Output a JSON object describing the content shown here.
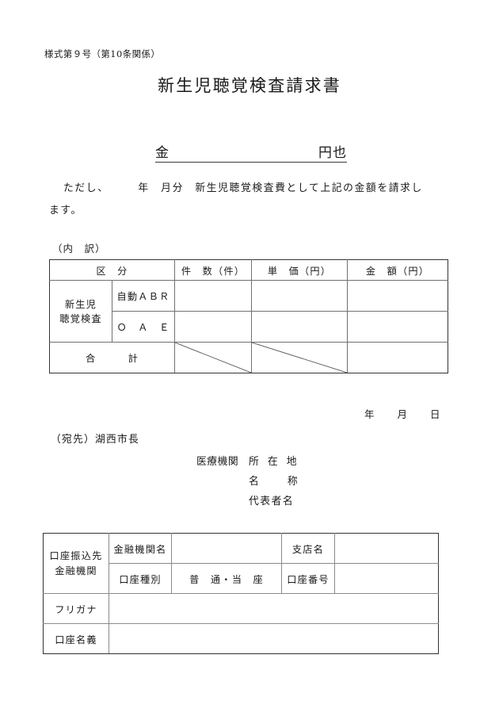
{
  "document": {
    "form_number": "様式第９号（第10条関係）",
    "title": "新生児聴覚検査請求書"
  },
  "amount": {
    "label": "金",
    "value": "",
    "unit": "円也"
  },
  "statement": {
    "line1_prefix": "ただし、",
    "period": "　　　年　月分",
    "line1_rest": "　新生児聴覚検査費として上記の金額を請求し",
    "line2": "ます。"
  },
  "breakdown": {
    "label": "（内　訳）",
    "headers": {
      "category": "区　分",
      "count": "件　数（件）",
      "unit_price": "単　価（円）",
      "amount": "金　額（円）"
    },
    "group_label_line1": "新生児",
    "group_label_line2": "聴覚検査",
    "rows": [
      {
        "sub": "自動ＡＢＲ",
        "count": "",
        "unit_price": "",
        "amount": ""
      },
      {
        "sub": "Ｏ　Ａ　Ｅ",
        "count": "",
        "unit_price": "",
        "amount": ""
      }
    ],
    "total": {
      "label": "合　　　計",
      "count": "",
      "unit_price": "",
      "amount": ""
    }
  },
  "date": {
    "year": "年",
    "month": "月",
    "day": "日"
  },
  "addressee": {
    "prefix": "（宛先）",
    "name": "湖西市長"
  },
  "institution": {
    "lead": "医療機関",
    "fields": [
      {
        "label": "所 在 地",
        "value": ""
      },
      {
        "label": "名　　称",
        "value": ""
      },
      {
        "label": "代表者名",
        "value": ""
      }
    ]
  },
  "bank": {
    "side_label_line1": "口座振込先",
    "side_label_line2": "金融機関",
    "institution_name_label": "金融機関名",
    "institution_name_value": "",
    "branch_label": "支店名",
    "branch_value": "",
    "account_type_label": "口座種別",
    "account_type_options": "普　通・当　座",
    "account_number_label": "口座番号",
    "account_number_value": "",
    "furigana_label": "フリガナ",
    "furigana_value": "",
    "account_holder_label": "口座名義",
    "account_holder_value": ""
  }
}
